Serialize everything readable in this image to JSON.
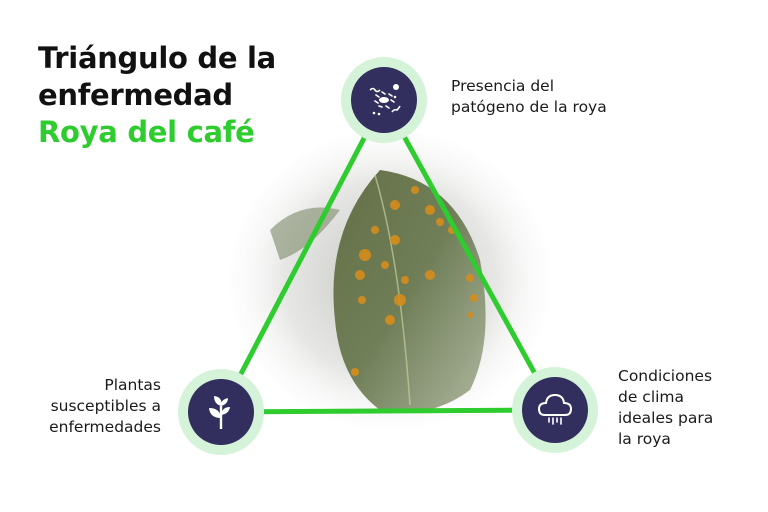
{
  "title": {
    "line1": "Triángulo de la",
    "line2": "enfermedad",
    "subtitle": "Roya del café"
  },
  "nodes": [
    {
      "id": "pathogen",
      "icon": "pathogen-icon",
      "label_line1": "Presencia del",
      "label_line2": "patógeno de la roya"
    },
    {
      "id": "host",
      "icon": "plant-sprout-icon",
      "label_line1": "Plantas",
      "label_line2": "susceptibles a",
      "label_line3": "enfermedades"
    },
    {
      "id": "environment",
      "icon": "rain-cloud-icon",
      "label_line1": "Condiciones",
      "label_line2": "de clima",
      "label_line3": "ideales para",
      "label_line4": "la roya"
    }
  ],
  "colors": {
    "accent_green": "#2ecc2e",
    "node_ring": "#d4f3d8",
    "node_fill": "#322f5e",
    "title": "#111111"
  },
  "image": {
    "subject": "coffee leaf with rust spots"
  }
}
